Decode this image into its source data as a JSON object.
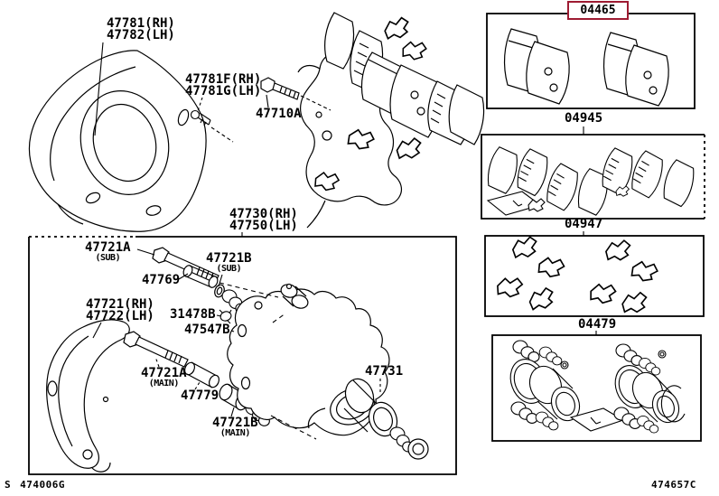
{
  "parts": {
    "dust_shield": {
      "line1": "47781(RH)",
      "line2": "47782(LH)"
    },
    "shield_bolt": {
      "line1": "47781F(RH)",
      "line2": "47781G(LH)"
    },
    "knuckle_bolt": "47710A",
    "caliper_assembly": {
      "line1": "47730(RH)",
      "line2": "47750(LH)"
    },
    "slide_pin_sub": {
      "num": "47721A",
      "variant": "(SUB)"
    },
    "pin_sleeve": "47769",
    "bush_sub": {
      "num": "47721B",
      "variant": "(SUB)"
    },
    "torque_plate": {
      "line1": "47721(RH)",
      "line2": "47722(LH)"
    },
    "fitting": "31478B",
    "cap": "47547B",
    "slide_pin_main": {
      "num": "47721A",
      "variant": "(MAIN)"
    },
    "pin_sleeve_main": "47779",
    "bush_main": {
      "num": "47721B",
      "variant": "(MAIN)"
    },
    "piston": "47731"
  },
  "kits": {
    "pad_kit": "04465",
    "shim_kit": "04945",
    "fitting_kit": "04947",
    "cylinder_kit": "04479"
  },
  "footer": {
    "left_mark": "S",
    "left_code": "474006G",
    "right_code": "474657C"
  },
  "colors": {
    "highlight": "#9e1b32",
    "line": "#000000",
    "background": "#ffffff"
  }
}
